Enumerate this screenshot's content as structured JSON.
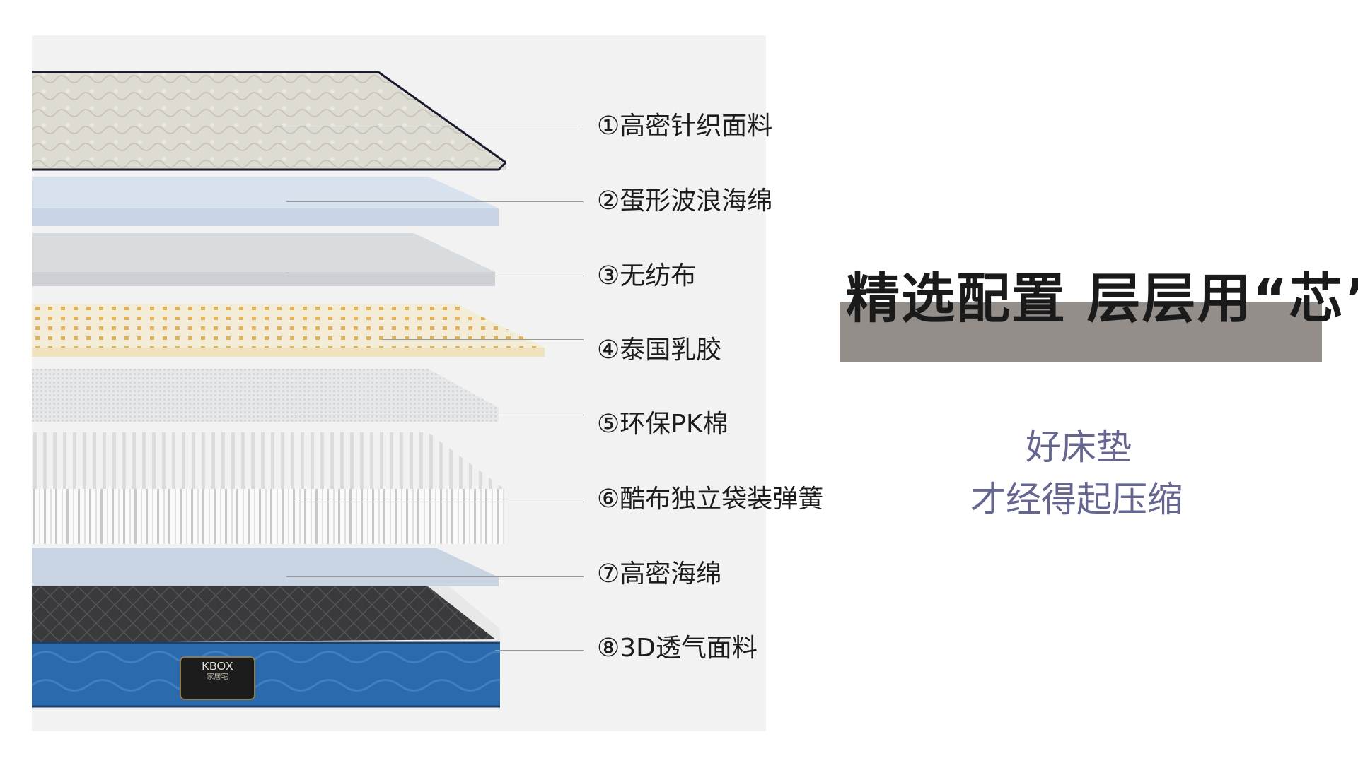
{
  "layers": [
    {
      "number": "①",
      "name": "高密针织面料"
    },
    {
      "number": "②",
      "name": "蛋形波浪海绵"
    },
    {
      "number": "③",
      "name": "无纺布"
    },
    {
      "number": "④",
      "name": "泰国乳胶"
    },
    {
      "number": "⑤",
      "name": "环保PK棉"
    },
    {
      "number": "⑥",
      "name": "酷布独立袋装弹簧"
    },
    {
      "number": "⑦",
      "name": "高密海绵"
    },
    {
      "number": "⑧",
      "name": "3D透气面料"
    }
  ],
  "headline": "精选配置 层层用“芯”",
  "subtitle": {
    "line1": "好床垫",
    "line2": "才经得起压缩"
  },
  "brand": {
    "logo": "KBOX",
    "sub": "家居宅"
  },
  "colors": {
    "headline_bar": "#948e8b",
    "subtitle": "#646690",
    "mattress_side": "#2b6aad"
  }
}
